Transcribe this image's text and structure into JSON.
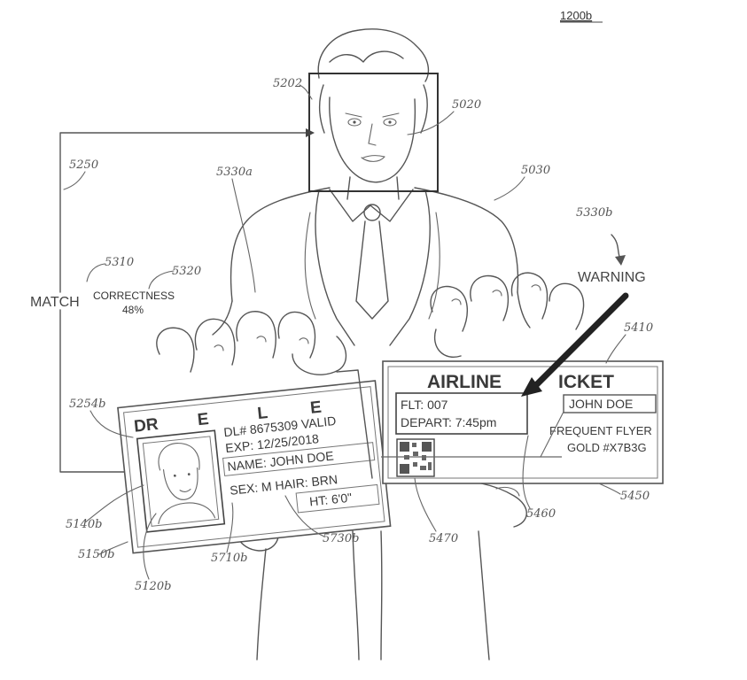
{
  "figure_id": "1200b",
  "labels": {
    "ref_5202": "5202",
    "ref_5020": "5020",
    "ref_5250": "5250",
    "ref_5330a": "5330a",
    "ref_5030": "5030",
    "ref_5330b": "5330b",
    "ref_5310": "5310",
    "ref_5320": "5320",
    "ref_5410": "5410",
    "ref_5254b": "5254b",
    "ref_5140b": "5140b",
    "ref_5150b": "5150b",
    "ref_5120b": "5120b",
    "ref_5710b": "5710b",
    "ref_5730b": "5730b",
    "ref_5470": "5470",
    "ref_5460": "5460",
    "ref_5450": "5450"
  },
  "text": {
    "match": "MATCH",
    "correctness": "CORRECTNESS",
    "correctness_value": "48%",
    "warning": "WARNING"
  },
  "license": {
    "title_left": "DR",
    "title_mid": "E",
    "title_right": "L",
    "title_end": "E",
    "dl": "DL# 8675309 VALID",
    "exp": "EXP: 12/25/2018",
    "name": "NAME: JOHN DOE",
    "sex_hair": "SEX: M  HAIR: BRN",
    "height": "HT: 6'0\""
  },
  "ticket": {
    "title_left": "AIRLINE",
    "title_right": "ICKET",
    "flight": "FLT: 007",
    "depart": "DEPART: 7:45pm",
    "passenger": "JOHN DOE",
    "ff1": "FREQUENT FLYER",
    "ff2": "GOLD #X7B3G"
  }
}
